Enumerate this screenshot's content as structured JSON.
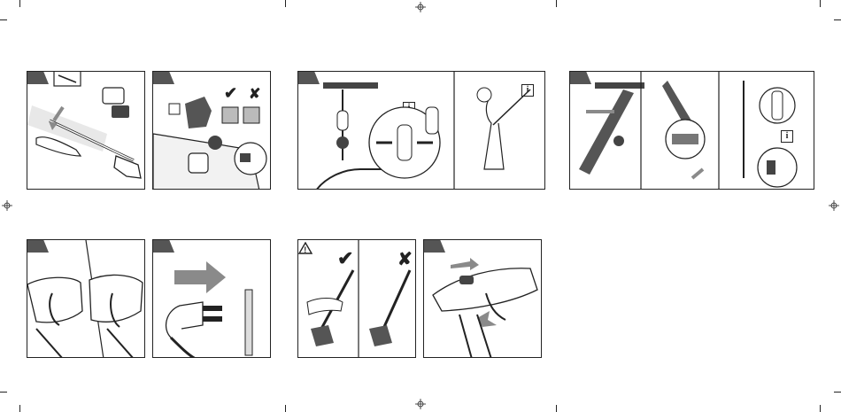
{
  "page": {
    "background": "#ffffff",
    "ink": "#222222",
    "tab_color": "#555555"
  },
  "info_icon_text": "i",
  "warning_text": "!",
  "panels": [
    {
      "id": "1",
      "subject": "pole-attachment"
    },
    {
      "id": "2",
      "subject": "battery-insert"
    },
    {
      "id": "3",
      "subject": "strap-clip",
      "has_info": true
    },
    {
      "id": "4",
      "subject": "operator-posture",
      "has_info": true
    },
    {
      "id": "5",
      "subject": "harness-wear",
      "has_info": true
    },
    {
      "id": "6",
      "subject": "handle-grip"
    },
    {
      "id": "7",
      "subject": "unplug"
    },
    {
      "id": "8",
      "subject": "correct-incorrect-hold",
      "warning": true
    },
    {
      "id": "9",
      "subject": "trigger-switch"
    }
  ],
  "colors": {
    "arrow": "#8a8a8a",
    "check": "#222222",
    "cross": "#222222",
    "battery": "#555555"
  }
}
